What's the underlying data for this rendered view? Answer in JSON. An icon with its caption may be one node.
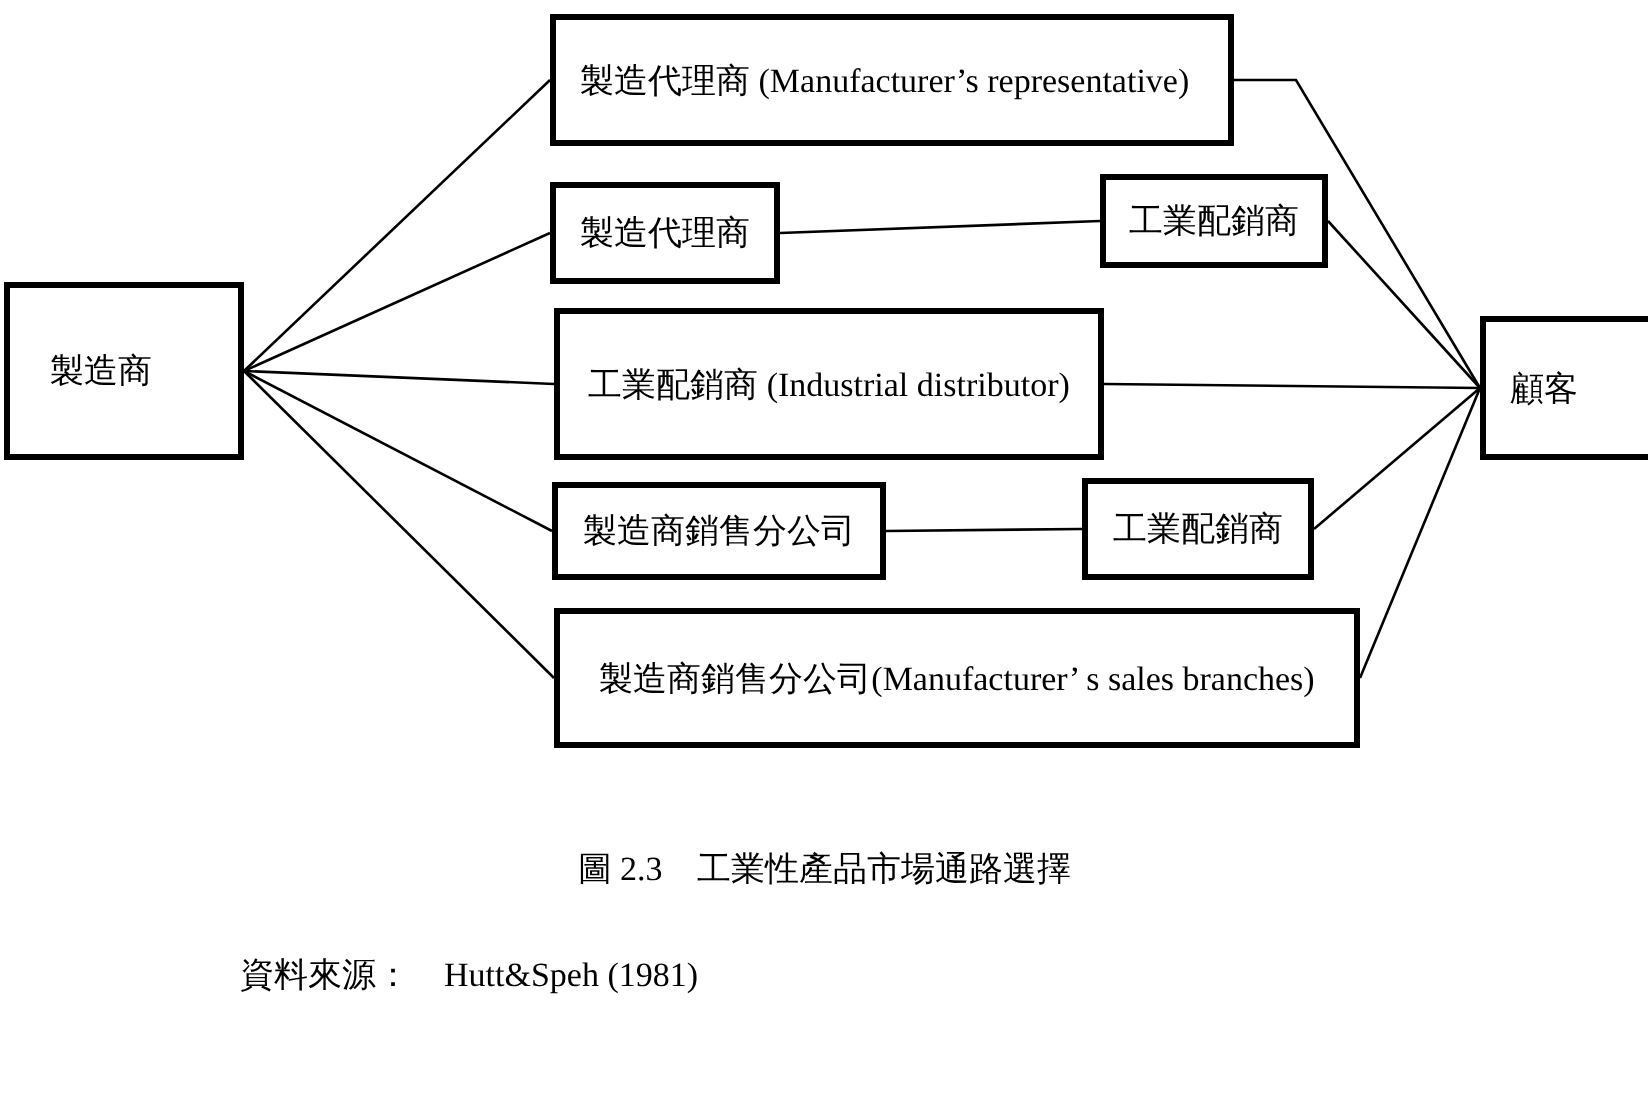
{
  "diagram": {
    "nodes": [
      {
        "text": [
          "製造商"
        ]
      },
      {
        "text": [
          "製造代理商 (Manufacturer’s representative)"
        ]
      },
      {
        "text": [
          "製造代理商"
        ]
      },
      {
        "text": [
          "工業配銷商"
        ]
      },
      {
        "text": [
          "工業配銷商 (Industrial distributor)"
        ]
      },
      {
        "text": [
          "製造商銷售分公司"
        ]
      },
      {
        "text": [
          "工業配銷商"
        ]
      },
      {
        "text": [
          "製造商銷售分公司(Manufacturer’ s sales branches)"
        ]
      },
      {
        "text": [
          "顧客"
        ]
      }
    ],
    "edges": [
      {
        "from": 0,
        "to": 1,
        "arrow": "none"
      },
      {
        "from": 0,
        "to": 2,
        "arrow": "none"
      },
      {
        "from": 0,
        "to": 4,
        "arrow": "none"
      },
      {
        "from": 0,
        "to": 5,
        "arrow": "none"
      },
      {
        "from": 0,
        "to": 7,
        "arrow": "none"
      },
      {
        "from": 2,
        "to": 3,
        "arrow": "none"
      },
      {
        "from": 5,
        "to": 6,
        "arrow": "none"
      },
      {
        "from": 1,
        "to": 8,
        "arrow": "none"
      },
      {
        "from": 3,
        "to": 8,
        "arrow": "none"
      },
      {
        "from": 4,
        "to": 8,
        "arrow": "none"
      },
      {
        "from": 6,
        "to": 8,
        "arrow": "none"
      },
      {
        "from": 7,
        "to": 8,
        "arrow": "none"
      }
    ],
    "labels": [
      "圖 2.3　工業性產品市場通路選擇",
      "資料來源：　Hutt&Speh (1981)"
    ]
  }
}
